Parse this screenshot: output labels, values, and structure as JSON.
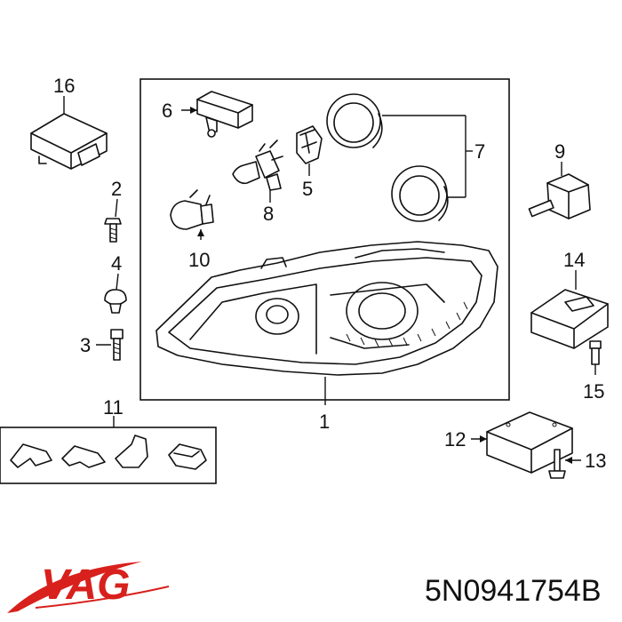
{
  "callouts": {
    "c1": "1",
    "c2": "2",
    "c3": "3",
    "c4": "4",
    "c5": "5",
    "c6": "6",
    "c7": "7",
    "c8": "8",
    "c9": "9",
    "c10": "10",
    "c11": "11",
    "c12": "12",
    "c13": "13",
    "c14": "14",
    "c15": "15",
    "c16": "16"
  },
  "footer": {
    "brand_logo_text": "VAG",
    "part_number": "5N0941754B"
  },
  "colors": {
    "brand": "#d8201c",
    "line": "#111111",
    "background": "#ffffff"
  },
  "icons": {
    "brand": "vag-logo-icon"
  }
}
